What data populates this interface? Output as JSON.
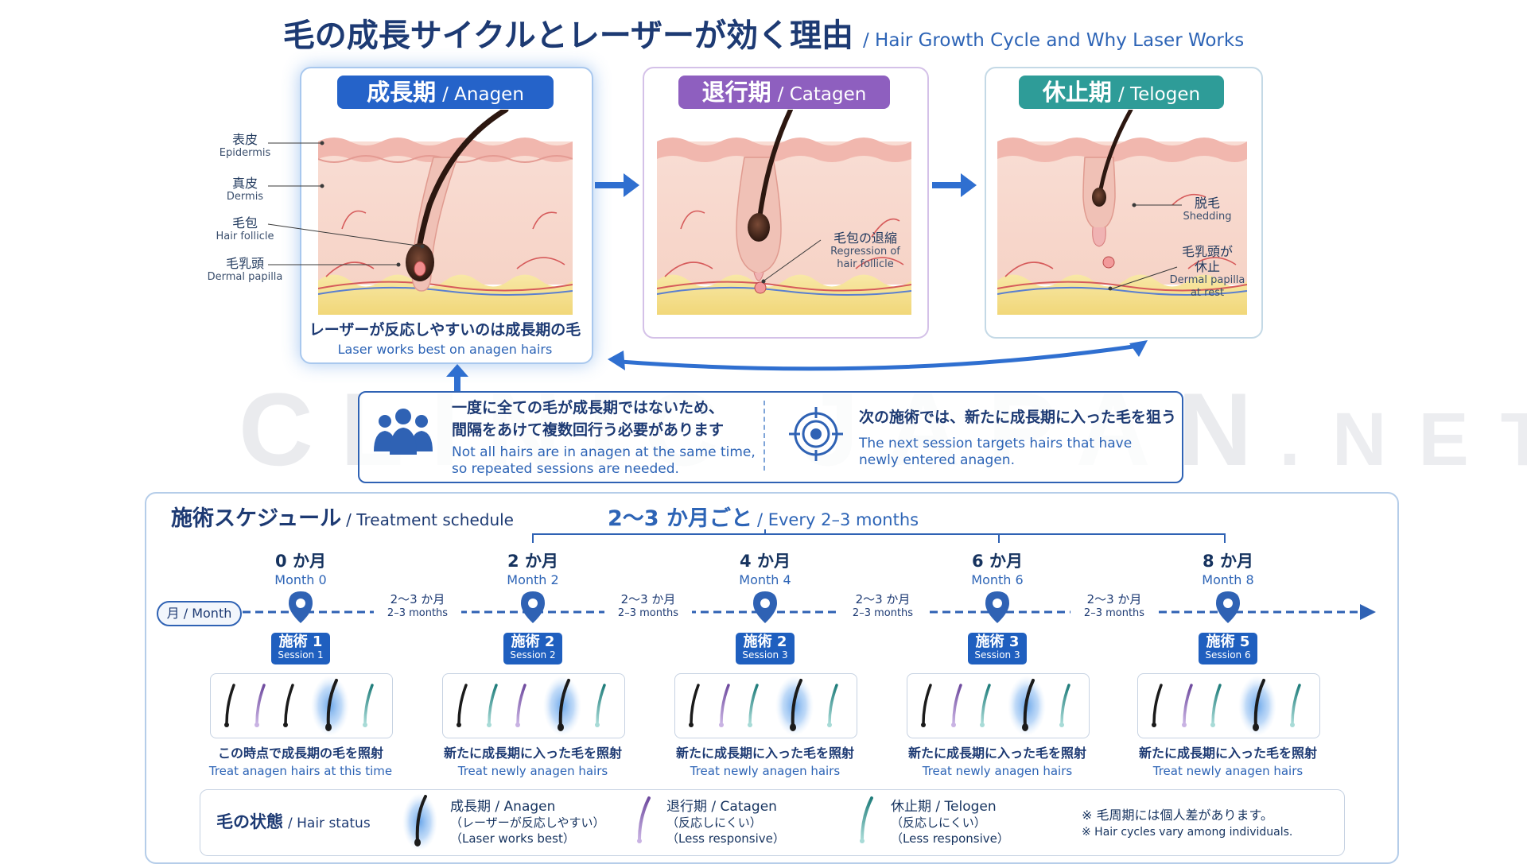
{
  "title": {
    "ja": "毛の成長サイクルとレーザーが効く理由",
    "en": "/ Hair Growth Cycle and Why Laser Works"
  },
  "colors": {
    "anagen": "#2563c9",
    "catagen": "#8e5fbf",
    "telogen": "#2e9c98",
    "primary": "#2f62b4"
  },
  "phases": [
    {
      "name_ja": "成長期",
      "name_en": "/ Anagen"
    },
    {
      "name_ja": "退行期",
      "name_en": "/ Catagen"
    },
    {
      "name_ja": "休止期",
      "name_en": "/ Telogen"
    }
  ],
  "anatomy_labels": [
    {
      "ja": "表皮",
      "en": "Epidermis"
    },
    {
      "ja": "真皮",
      "en": "Dermis"
    },
    {
      "ja": "毛包",
      "en": "Hair follicle"
    },
    {
      "ja": "毛乳頭",
      "en": "Dermal papilla"
    }
  ],
  "anagen_caption": {
    "ja": "レーザーが反応しやすいのは成長期の毛",
    "en": "Laser works best on anagen hairs"
  },
  "catagen_label": {
    "ja": "毛包の退縮",
    "en1": "Regression of",
    "en2": "hair follicle"
  },
  "telogen_labels": {
    "shed_ja": "脱毛",
    "shed_en": "Shedding",
    "rest_ja1": "毛乳頭が",
    "rest_ja2": "休止",
    "rest_en1": "Dermal papilla",
    "rest_en2": "at rest"
  },
  "info": {
    "left_ja1": "一度に全ての毛が成長期ではないため、",
    "left_ja2": "間隔をあけて複数回行う必要があります",
    "left_en1": "Not all hairs are in anagen at the same time,",
    "left_en2": "so repeated sessions are needed.",
    "right_ja": "次の施術では、新たに成長期に入った毛を狙う",
    "right_en1": "The next session targets hairs that have",
    "right_en2": "newly entered anagen."
  },
  "watermark": {
    "main": "CLINIC JAPAN",
    "suffix": ".NET"
  },
  "schedule": {
    "title_ja": "施術スケジュール",
    "title_en": "/ Treatment schedule",
    "interval_ja": "2～3 か月ごと",
    "interval_en": "/ Every 2–3 months",
    "axis_label": "月 / Month",
    "gap": {
      "ja": "2～3 か月",
      "en": "2–3 months"
    },
    "months": [
      {
        "ja": "0 か月",
        "en": "Month 0",
        "session_ja": "施術 1",
        "session_en": "Session 1",
        "cap_ja": "この時点で成長期の毛を照射",
        "cap_en": "Treat anagen hairs at this time"
      },
      {
        "ja": "2 か月",
        "en": "Month 2",
        "session_ja": "施術 2",
        "session_en": "Session 2",
        "cap_ja": "新たに成長期に入った毛を照射",
        "cap_en": "Treat newly anagen hairs"
      },
      {
        "ja": "4 か月",
        "en": "Month 4",
        "session_ja": "施術 2",
        "session_en": "Session 3",
        "cap_ja": "新たに成長期に入った毛を照射",
        "cap_en": "Treat newly anagen hairs"
      },
      {
        "ja": "6 か月",
        "en": "Month 6",
        "session_ja": "施術 3",
        "session_en": "Session 3",
        "cap_ja": "新たに成長期に入った毛を照射",
        "cap_en": "Treat newly anagen hairs"
      },
      {
        "ja": "8 か月",
        "en": "Month 8",
        "session_ja": "施術 5",
        "session_en": "Session 6",
        "cap_ja": "新たに成長期に入った毛を照射",
        "cap_en": "Treat newly anagen hairs"
      }
    ]
  },
  "legend": {
    "title_ja": "毛の状態",
    "title_en": "/ Hair status",
    "items": [
      {
        "a": "成長期 / Anagen",
        "b": "（レーザーが反応しやすい）",
        "c": "（Laser works best）"
      },
      {
        "a": "退行期 / Catagen",
        "b": "（反応しにくい）",
        "c": "（Less responsive）"
      },
      {
        "a": "休止期 / Telogen",
        "b": "（反応しにくい）",
        "c": "（Less responsive）"
      }
    ],
    "note_ja": "※ 毛周期には個人差があります。",
    "note_en": "※ Hair cycles vary among individuals."
  }
}
